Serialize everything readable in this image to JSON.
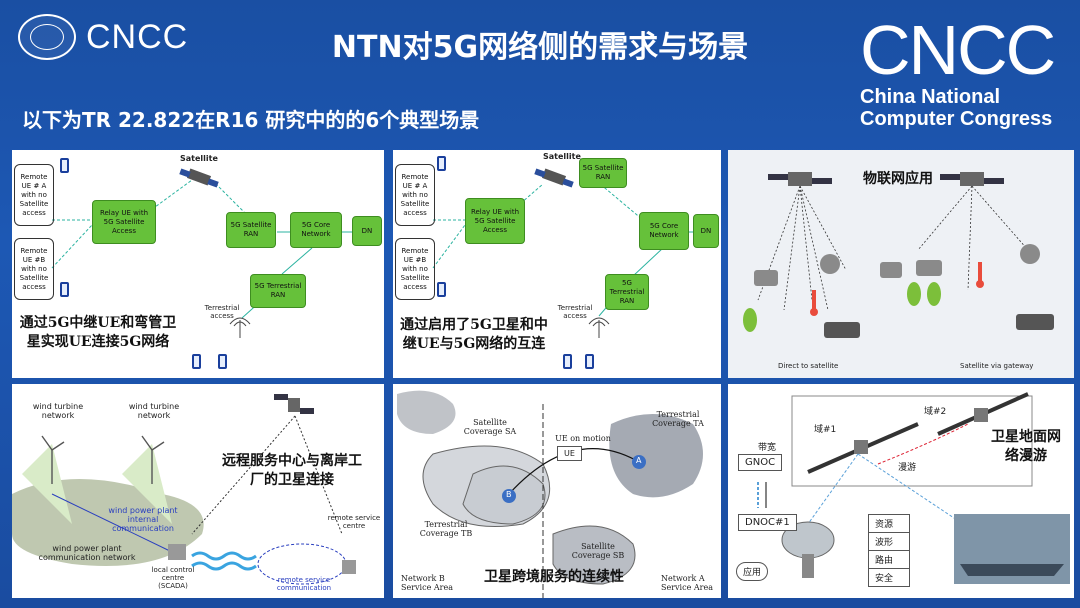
{
  "header": {
    "logo_small_text": "CNCC",
    "title": "NTN对5G网络侧的需求与场景",
    "logo_big_text": "CNCC",
    "logo_line1": "China National",
    "logo_line2": "Computer Congress"
  },
  "subtitle": "以下为TR 22.822在R16 研究中的的6个典型场景",
  "panel1": {
    "satellite": "Satellite",
    "remote_a": "Remote UE # A with no Satellite access",
    "remote_b": "Remote UE #B with no Satellite access",
    "relay": "Relay UE with 5G Satellite Access",
    "sat_ran": "5G Satellite RAN",
    "core": "5G Core Network",
    "dn": "DN",
    "terr_ran": "5G Terrestrial RAN",
    "terr_access": "Terrestrial access",
    "caption": "通过5G中继UE和弯管卫星实现UE连接5G网络"
  },
  "panel2": {
    "satellite": "Satellite",
    "sat_ran": "5G Satellite RAN",
    "remote_a": "Remote UE # A with no Satellite access",
    "remote_b": "Remote UE #B with no Satellite access",
    "relay": "Relay UE with 5G Satellite Access",
    "core": "5G Core Network",
    "dn": "DN",
    "terr_ran": "5G Terrestrial RAN",
    "terr_access": "Terrestrial access",
    "caption": "通过启用了5G卫星和中继UE与5G网络的互连"
  },
  "panel3": {
    "caption": "物联网应用",
    "direct": "Direct to satellite",
    "gateway": "Satellite via gateway"
  },
  "panel4": {
    "wt1": "wind turbine network",
    "wt2": "wind turbine network",
    "internal": "wind power plant internal communication",
    "plant_net": "wind power plant communication network",
    "control": "local control centre (SCADA)",
    "remote_centre": "remote service centre",
    "remote_comm": "remote service communication",
    "caption": "远程服务中心与离岸工厂的卫星连接"
  },
  "panel5": {
    "sat_sa": "Satellite Coverage SA",
    "terr_ta": "Terrestrial Coverage TA",
    "ue_motion": "UE on motion",
    "ue": "UE",
    "a": "A",
    "b": "B",
    "terr_tb": "Terrestrial Coverage TB",
    "sat_sb": "Satellite Coverage SB",
    "net_b": "Network B Service Area",
    "net_a": "Network A Service Area",
    "caption": "卫星跨境服务的连续性"
  },
  "panel6": {
    "domain1": "域#1",
    "domain2": "域#2",
    "bandwidth": "带宽",
    "gnoc": "GNOC",
    "dnoc": "DNOC#1",
    "roaming": "漫游",
    "resource": "资源",
    "waveform": "波形",
    "routing": "路由",
    "security": "安全",
    "app": "应用",
    "caption": "卫星地面网络漫游"
  }
}
